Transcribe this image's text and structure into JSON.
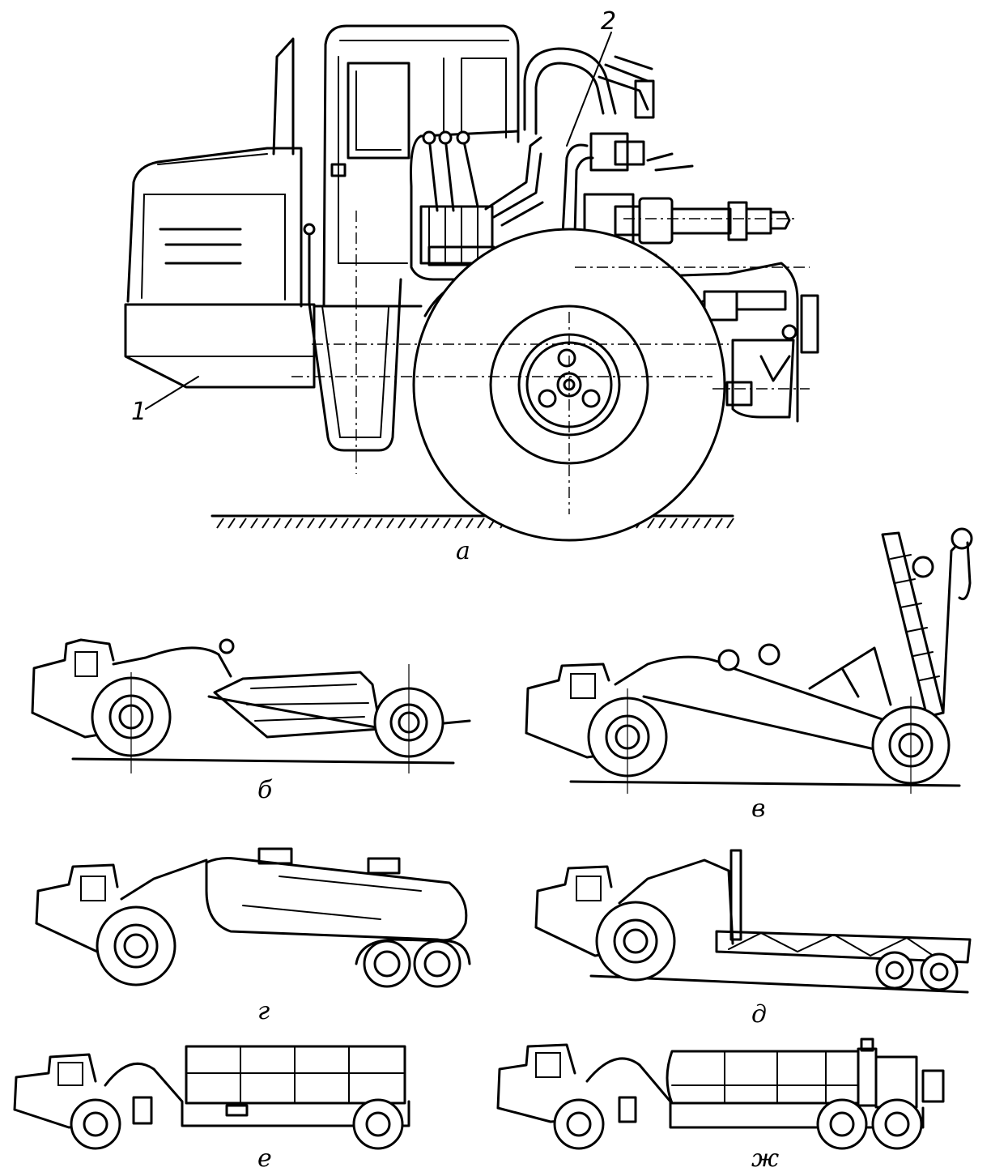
{
  "callouts": {
    "c1": "1",
    "c2": "2"
  },
  "captions": {
    "a": "а",
    "b": "б",
    "v": "в",
    "g": "г",
    "d": "д",
    "e": "е",
    "zh": "ж"
  }
}
